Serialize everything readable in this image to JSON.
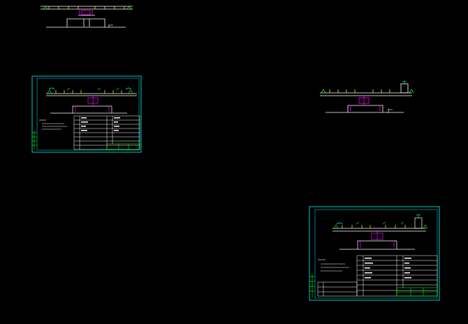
{
  "colors": {
    "background": "#000000",
    "frame": "#00c8c8",
    "line": "#ffffff",
    "accent_magenta": "#ff00ff",
    "accent_green": "#00ff00",
    "accent_yellow": "#ffff00",
    "accent_cyan": "#00ffff"
  },
  "drawings": [
    {
      "name": "conveyor-elevation-top-left",
      "type": "conveyor-elevation",
      "framed": false
    },
    {
      "name": "drawing-sheet-left",
      "type": "framed-sheet",
      "framed": true,
      "table_rows": 8
    },
    {
      "name": "conveyor-elevation-right",
      "type": "conveyor-elevation",
      "framed": false
    },
    {
      "name": "drawing-sheet-bottom-right",
      "type": "framed-sheet",
      "framed": true,
      "table_rows": 8
    }
  ]
}
